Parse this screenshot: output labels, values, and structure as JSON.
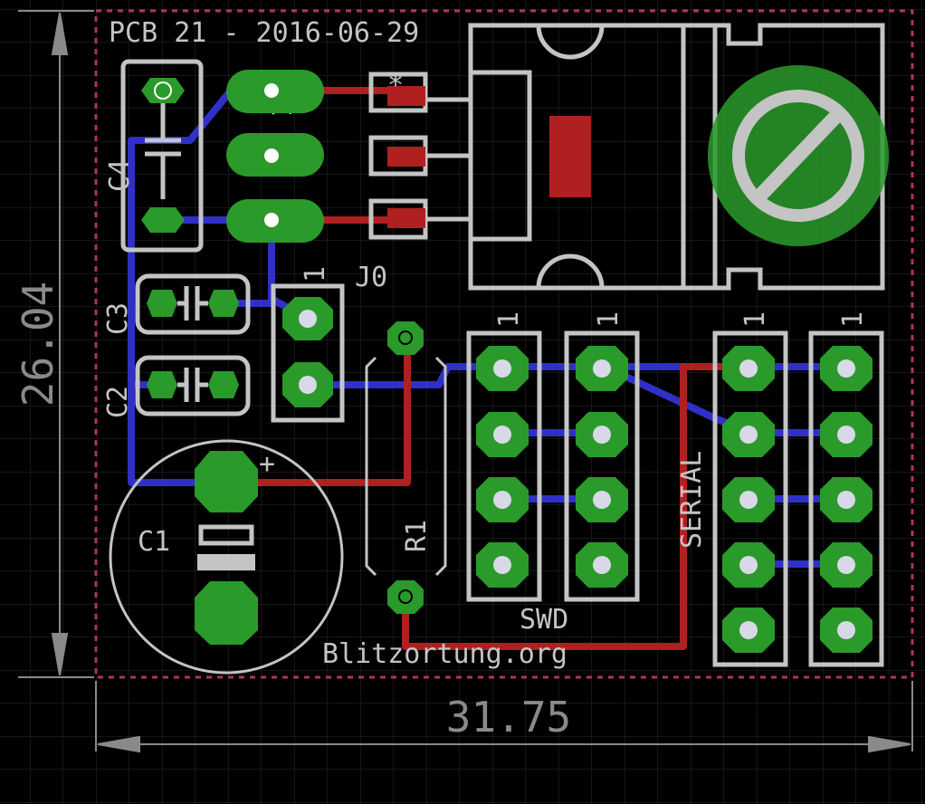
{
  "title": "PCB 21 - 2016-06-29",
  "website": "Blitzortung.org",
  "dimensions": {
    "width": "31.75",
    "height": "26.04"
  },
  "components": {
    "c1": "C1",
    "c2": "C2",
    "c3": "C3",
    "c4": "C4",
    "j0": "J0",
    "r1": "R1",
    "swd": "SWD",
    "serial": "SERIAL"
  },
  "pin_one_marks": {
    "regulator": "1",
    "j0": "1",
    "swd_a": "1",
    "swd_b": "1",
    "serial_a": "1",
    "serial_b": "1",
    "polarity": "+",
    "star": "*"
  },
  "colors": {
    "background": "#000000",
    "grid": "#2b2b2b",
    "silkscreen": "#c4c4c4",
    "pad": "#2a9a2a",
    "bottom_trace": "#3030c8",
    "top_trace": "#b02020",
    "board_outline": "#b0306a",
    "dimension": "#8a8a8a"
  }
}
